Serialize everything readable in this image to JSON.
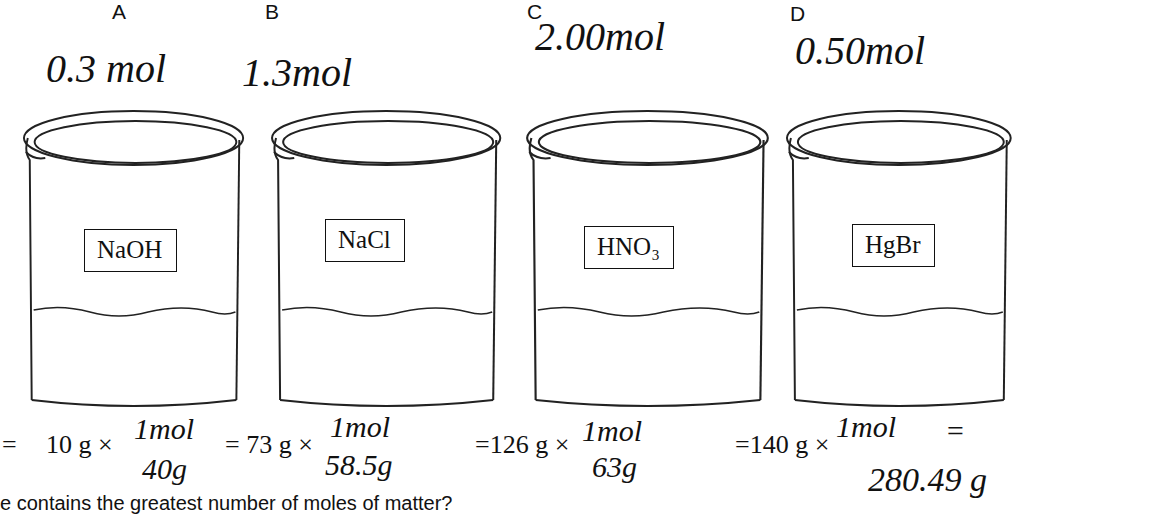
{
  "diagram": {
    "nodes": [
      {
        "text": [
          "NaOH"
        ]
      },
      {
        "text": [
          "NaCl"
        ]
      },
      {
        "text": [
          "HNO₃"
        ]
      },
      {
        "text": [
          "HgBr"
        ]
      }
    ],
    "labels": [
      "A",
      "0.3 mol",
      "B",
      "1.3mol",
      "C",
      "2.00mol",
      "D",
      "0.50mol",
      "=",
      "10 g ×",
      "1mol",
      "40g",
      "= 73 g ×",
      "1mol",
      "58.5g",
      "=126 g ×",
      "1mol",
      "63g",
      "=140 g ×",
      "1mol",
      "=",
      "280.49 g",
      "e contains the greatest number of moles of matter?"
    ]
  }
}
